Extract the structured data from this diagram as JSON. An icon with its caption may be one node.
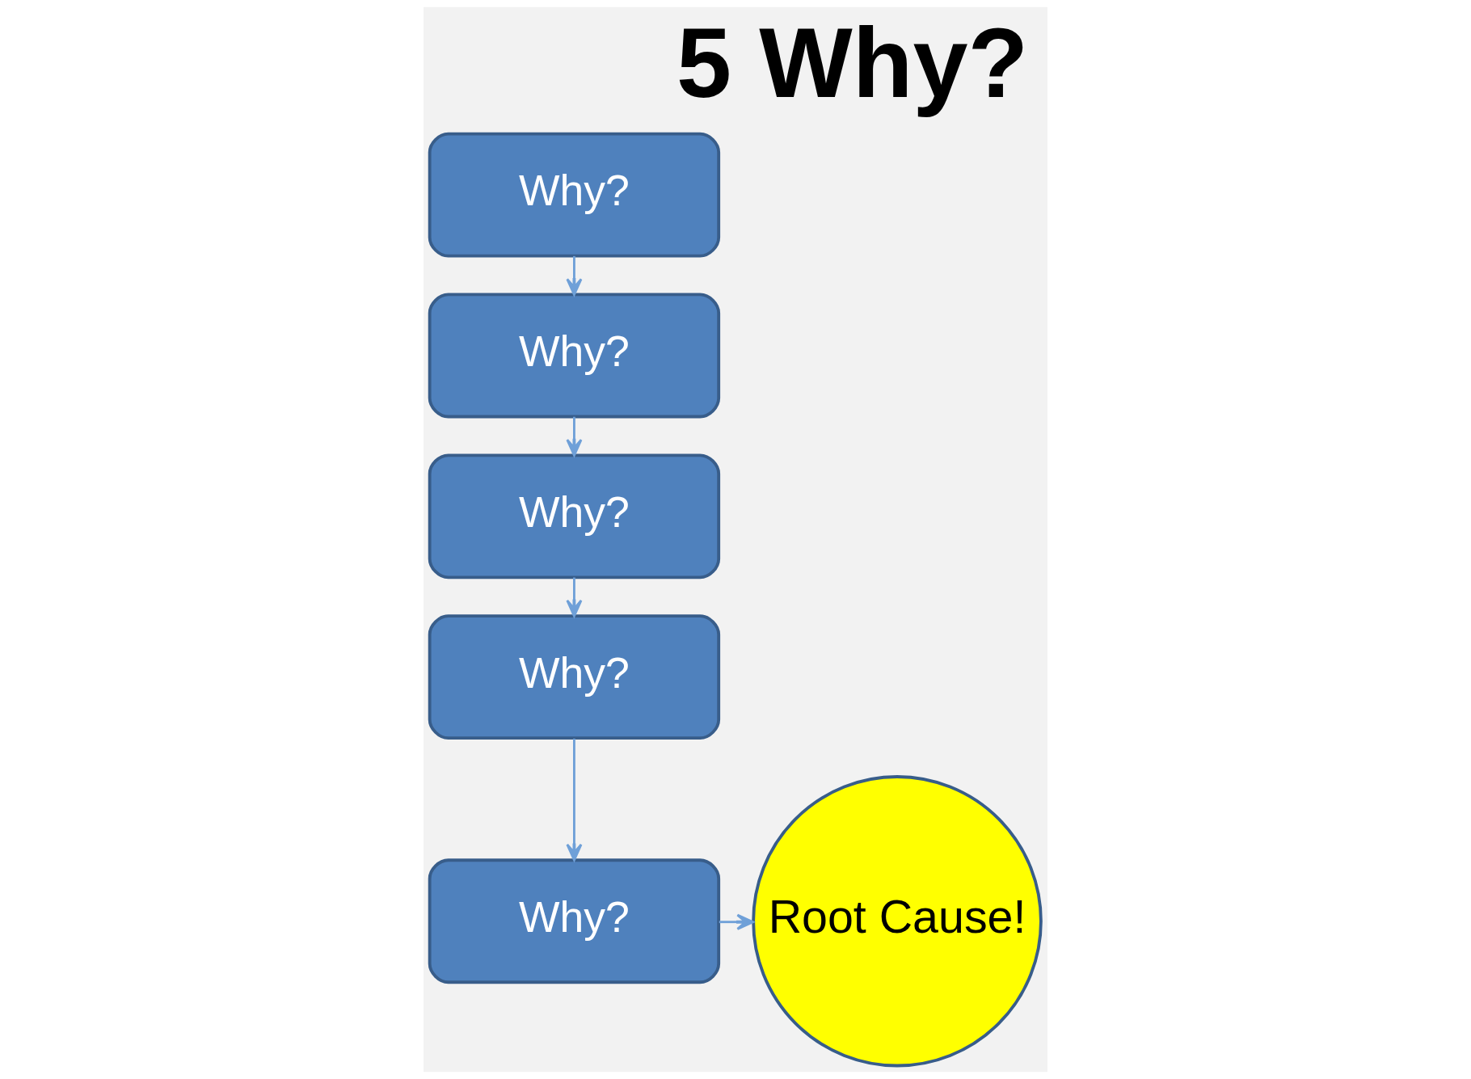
{
  "diagram": {
    "title": "5 Why?",
    "nodes": [
      {
        "text": [
          "Why?"
        ]
      },
      {
        "text": [
          "Why?"
        ]
      },
      {
        "text": [
          "Why?"
        ]
      },
      {
        "text": [
          "Why?"
        ]
      },
      {
        "text": [
          "Why?"
        ]
      },
      {
        "text": [
          "Root Cause!"
        ]
      }
    ],
    "edges": [
      {
        "from": 0,
        "to": 1,
        "arrow": "to"
      },
      {
        "from": 1,
        "to": 2,
        "arrow": "to"
      },
      {
        "from": 2,
        "to": 3,
        "arrow": "to"
      },
      {
        "from": 3,
        "to": 4,
        "arrow": "to"
      },
      {
        "from": 4,
        "to": 5,
        "arrow": "to"
      }
    ]
  }
}
